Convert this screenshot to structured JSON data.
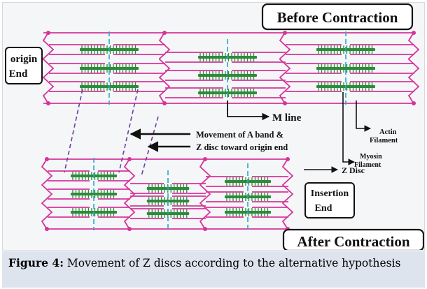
{
  "boxes": {
    "before": "Before Contraction",
    "after": "After Contraction",
    "origin_line1": "origin",
    "origin_line2": "End",
    "insertion_line1": "Insertion",
    "insertion_line2": "End"
  },
  "annotations": {
    "m_line": "M line",
    "movement_line1": "Movement of A band &",
    "movement_line2": "Z disc toward origin end",
    "actin_line1": "Actin",
    "actin_line2": "Filament",
    "myosin_line1": "Myosin",
    "myosin_line2": "Filament",
    "z_disc": "Z Disc"
  },
  "caption": {
    "label": "Figure 4:",
    "text": "Movement of Z discs according to the alternative hypothesis"
  },
  "colors": {
    "actin": "#d6339a",
    "myosin": "#2f8a3a",
    "m_line": "#2aa6c8",
    "arrow": "#111111",
    "dashed_connector": "#6a3fa0",
    "caption_bg": "#dde4ee"
  }
}
